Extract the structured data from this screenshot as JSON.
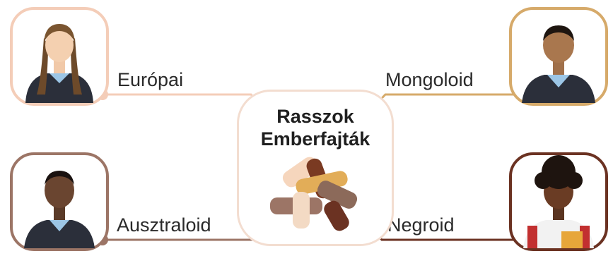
{
  "center": {
    "title_line1": "Rasszok",
    "title_line2": "Emberfajták",
    "icon": "joined-hands-icon"
  },
  "groups": [
    {
      "id": "europai",
      "label": "Európai",
      "color": "#f4cdb8"
    },
    {
      "id": "mongoloid",
      "label": "Mongoloid",
      "color": "#d6aa6a"
    },
    {
      "id": "ausztraloid",
      "label": "Ausztraloid",
      "color": "#9c7566"
    },
    {
      "id": "negroid",
      "label": "Negroid",
      "color": "#6b3222"
    }
  ]
}
